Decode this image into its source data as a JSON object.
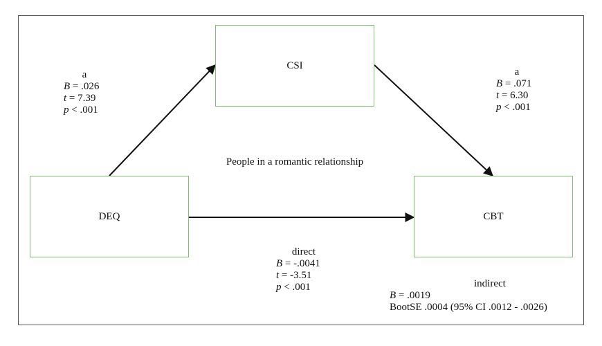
{
  "nodes": {
    "csi": "CSI",
    "deq": "DEQ",
    "cbt": "CBT"
  },
  "group_label": "People in a romantic relationship",
  "path_a1": {
    "label": "a",
    "B_label": "B",
    "B": "= .026",
    "t_label": "t",
    "t": "= 7.39",
    "p_label": "p",
    "p": "< .001"
  },
  "path_a2": {
    "label": "a",
    "B_label": "B",
    "B": "= .071",
    "t_label": "t",
    "t": "= 6.30",
    "p_label": "p",
    "p": "< .001"
  },
  "direct": {
    "label": "direct",
    "B_label": "B",
    "B": "= -.0041",
    "t_label": "t",
    "t": "= -3.51",
    "p_label": "p",
    "p": "< .001"
  },
  "indirect": {
    "label": "indirect",
    "B_label": "B",
    "B": "= .0019",
    "bootse": "BootSE .0004 (95% CI .0012 - .0026)"
  },
  "colors": {
    "box_border": "#7cc16b",
    "frame_border": "#555555",
    "arrow": "#111111"
  }
}
